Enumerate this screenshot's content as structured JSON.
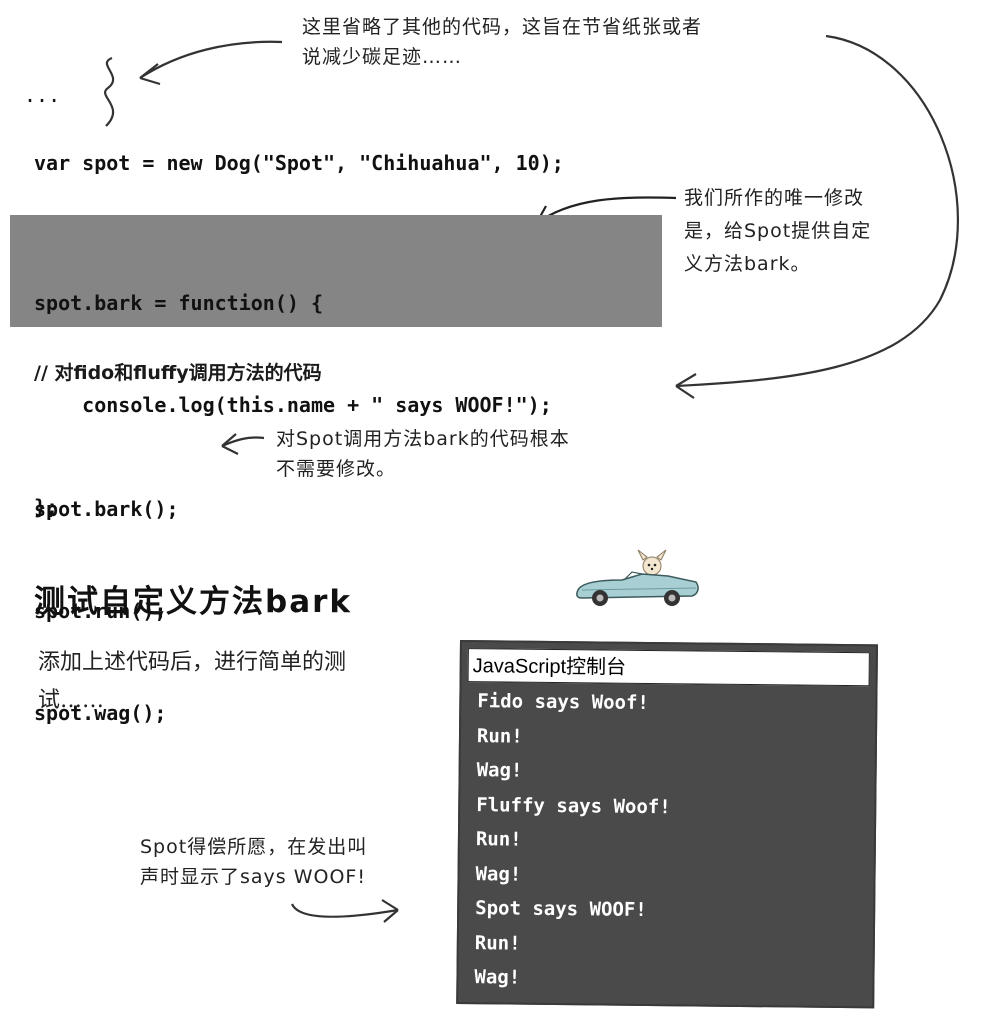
{
  "annotations": {
    "top_note_line1": "这里省略了其他的代码，这旨在节省纸张或者",
    "top_note_line2": "说减少碳足迹……",
    "ellipsis": "...",
    "change_note_line1": "我们所作的唯一修改",
    "change_note_line2": "是，给Spot提供自定",
    "change_note_line3": "义方法bark。",
    "call_note_line1": "对Spot调用方法bark的代码根本",
    "call_note_line2": "不需要修改。",
    "result_note_line1": "Spot得偿所愿，在发出叫",
    "result_note_line2": "声时显示了says WOOF!"
  },
  "code": {
    "line_var": "var spot = new Dog(\"Spot\", \"Chihuahua\", 10);",
    "bark_line1": "spot.bark = function() {",
    "bark_line2": "    console.log(this.name + \" says WOOF!\");",
    "bark_line3": "};",
    "comment": "//  对fido和fluffy调用方法的代码",
    "call1": "spot.bark();",
    "call2": "spot.run();",
    "call3": "spot.wag();"
  },
  "section": {
    "heading": "测试自定义方法bark",
    "body_line1": "添加上述代码后，进行简单的测",
    "body_line2": "试……"
  },
  "console": {
    "title": "JavaScript控制台",
    "lines": [
      "Fido says Woof!",
      "Run!",
      "Wag!",
      "Fluffy says Woof!",
      "Run!",
      "Wag!",
      "Spot says WOOF!",
      "Run!",
      "Wag!"
    ]
  },
  "colors": {
    "highlight_bg": "#858585",
    "console_bg": "#4a4a4a",
    "car_body": "#a8d0d4"
  },
  "icons": {
    "car": "car-with-chihuahua-icon"
  }
}
